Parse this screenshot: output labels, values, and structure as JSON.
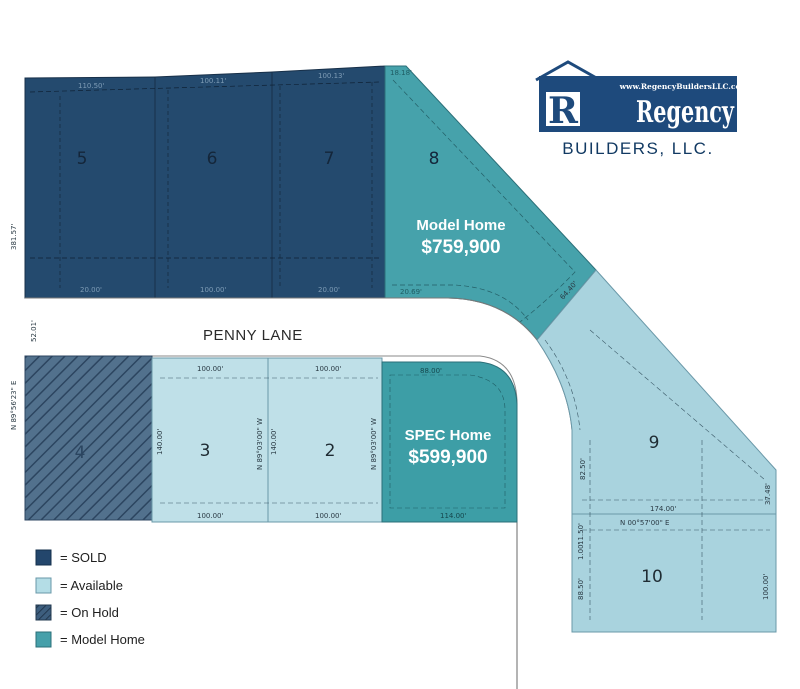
{
  "lots": [
    {
      "number": "5",
      "status": "sold"
    },
    {
      "number": "6",
      "status": "sold"
    },
    {
      "number": "7",
      "status": "sold"
    },
    {
      "number": "8",
      "status": "model"
    },
    {
      "number": "4",
      "status": "hold"
    },
    {
      "number": "3",
      "status": "available"
    },
    {
      "number": "2",
      "status": "available"
    },
    {
      "number": "9",
      "status": "available"
    },
    {
      "number": "10",
      "status": "available"
    }
  ],
  "street_name": "PENNY LANE",
  "callouts": {
    "model_title": "Model Home",
    "model_price": "$759,900",
    "spec_title": "SPEC Home",
    "spec_price": "$599,900"
  },
  "logo": {
    "url": "www.RegencyBuildersLLC.com",
    "name": "Regency",
    "subtitle": "BUILDERS, LLC."
  },
  "legend": [
    {
      "label": "= SOLD",
      "color": "#23466c",
      "pattern": "solid"
    },
    {
      "label": "= Available",
      "color": "#b4dde6",
      "pattern": "solid"
    },
    {
      "label": "= On Hold",
      "color": "#3d5e7e",
      "pattern": "hatch"
    },
    {
      "label": "= Model Home",
      "color": "#46a0aa",
      "pattern": "solid"
    }
  ],
  "colors": {
    "sold": "#244a6e",
    "available": "#a9d3de",
    "model": "#46a2ab",
    "hold": "#52718d"
  },
  "dimensions": {
    "left_side": "381.57'",
    "street_width": "52.01'",
    "bearing_left": "N 89°56'23\" E",
    "lot5_top": "110.50'",
    "lot6_top": "100.11'",
    "lot7_top": "100.13'",
    "lot8_top": "18.18'",
    "lot5_bottom": "20.00'",
    "lot6_bottom": "100.00'",
    "lot7_bottom": "20.00'",
    "lot8_bottom": "20.69'",
    "lot3_top": "100.00'",
    "lot2_top": "100.00'",
    "lot_spec_top": "88.00'",
    "lot3_bottom": "100.00'",
    "lot2_bottom": "100.00'",
    "lot_spec_bottom": "114.00'",
    "lot3_side": "140.00'",
    "lot2_side": "140.00'",
    "bearing_lot3": "N 89°03'00\" W",
    "bearing_lot2": "N 89°03'00\" W",
    "lot9_left": "82.50'",
    "lot9_bottom": "174.00'",
    "bearing_lot9": "N 00°57'00\" E",
    "lot9_right": "37.48'",
    "lot9_top": "64.40'",
    "lot10_left": "88.50'",
    "lot10_right": "100.00'",
    "lot10_small1": "11.50'",
    "lot10_small2": "1.00'"
  }
}
